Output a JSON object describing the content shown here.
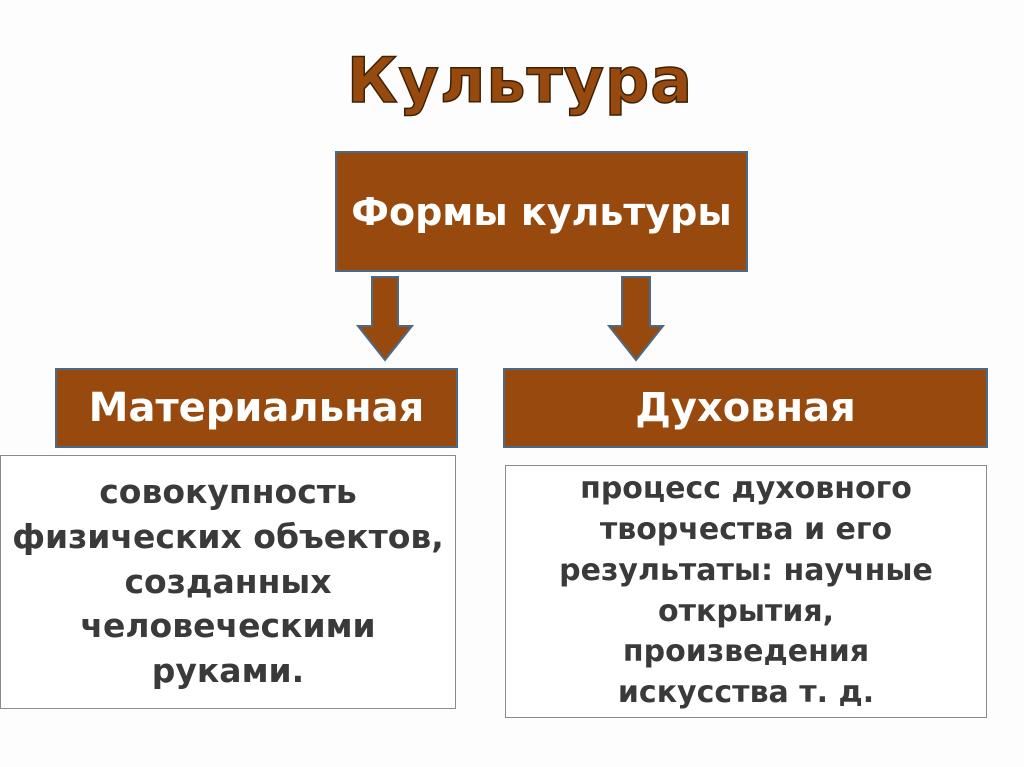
{
  "title": "Культура",
  "root": {
    "label": "Формы культуры"
  },
  "branches": [
    {
      "label": "Материальная",
      "description": "совокупность физических объектов, созданных человеческими руками."
    },
    {
      "label": "Духовная",
      "description": "процесс духовного творчества и его результаты: научные открытия, произведения искусства т. д."
    }
  ],
  "colors": {
    "box": "#984a0e",
    "border": "#4a6a8a",
    "text": "#3a3a3a"
  }
}
